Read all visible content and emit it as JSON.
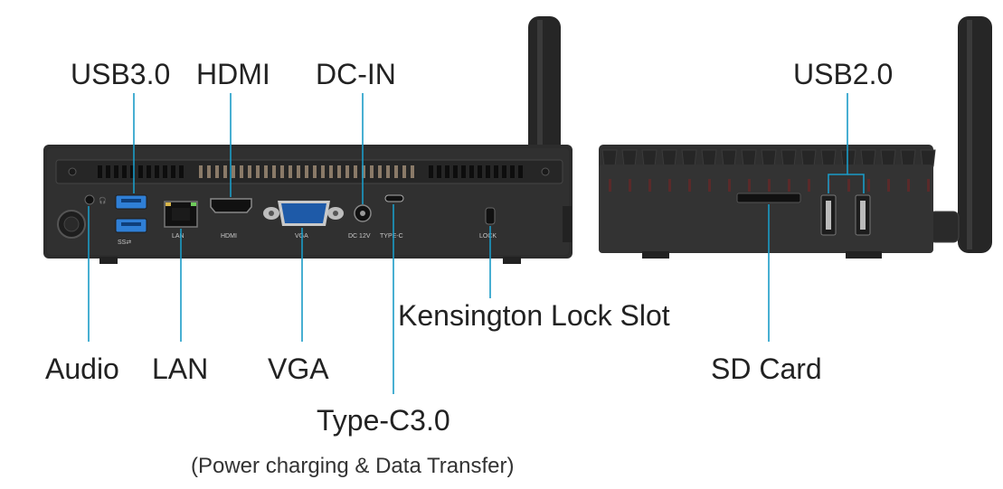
{
  "callouts": {
    "usb30": "USB3.0",
    "hdmi": "HDMI",
    "dcin": "DC-IN",
    "usb20": "USB2.0",
    "audio": "Audio",
    "lan": "LAN",
    "vga": "VGA",
    "kensington": "Kensington Lock Slot",
    "sdcard": "SD Card",
    "typec": "Type-C3.0",
    "typec_note": "(Power charging & Data Transfer)"
  },
  "panel_labels": {
    "lan": "LAN",
    "hdmi": "HDMI",
    "vga": "VGA",
    "dc": "DC 12V",
    "typec": "TYPE-C",
    "lock": "LOCK",
    "ss": "SS⇄"
  },
  "colors": {
    "leader": "#1a9bc7",
    "chassis": "#2b2b2b",
    "chassis_dark": "#1e1e1e",
    "usb3_blue": "#2f7fd6",
    "vga_blue": "#1e5aa8",
    "text": "#222222"
  }
}
